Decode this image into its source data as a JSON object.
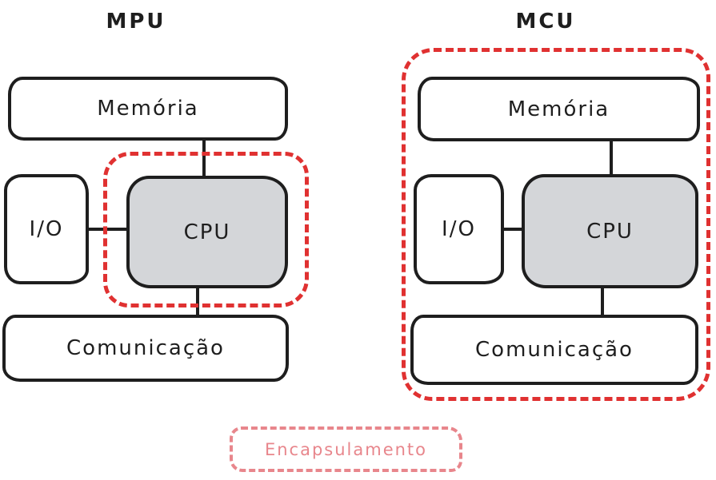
{
  "colors": {
    "stroke": "#1e1e1e",
    "cpu_fill": "#d4d6d9",
    "encapsulation": "#e03131",
    "legend_color": "#e8868c",
    "background": "#ffffff"
  },
  "mpu": {
    "title": "MPU",
    "blocks": {
      "memoria": "Memória",
      "io": "I/O",
      "cpu": "CPU",
      "comunicacao": "Comunicação"
    }
  },
  "mcu": {
    "title": "MCU",
    "blocks": {
      "memoria": "Memória",
      "io": "I/O",
      "cpu": "CPU",
      "comunicacao": "Comunicação"
    }
  },
  "legend": {
    "label": "Encapsulamento"
  }
}
